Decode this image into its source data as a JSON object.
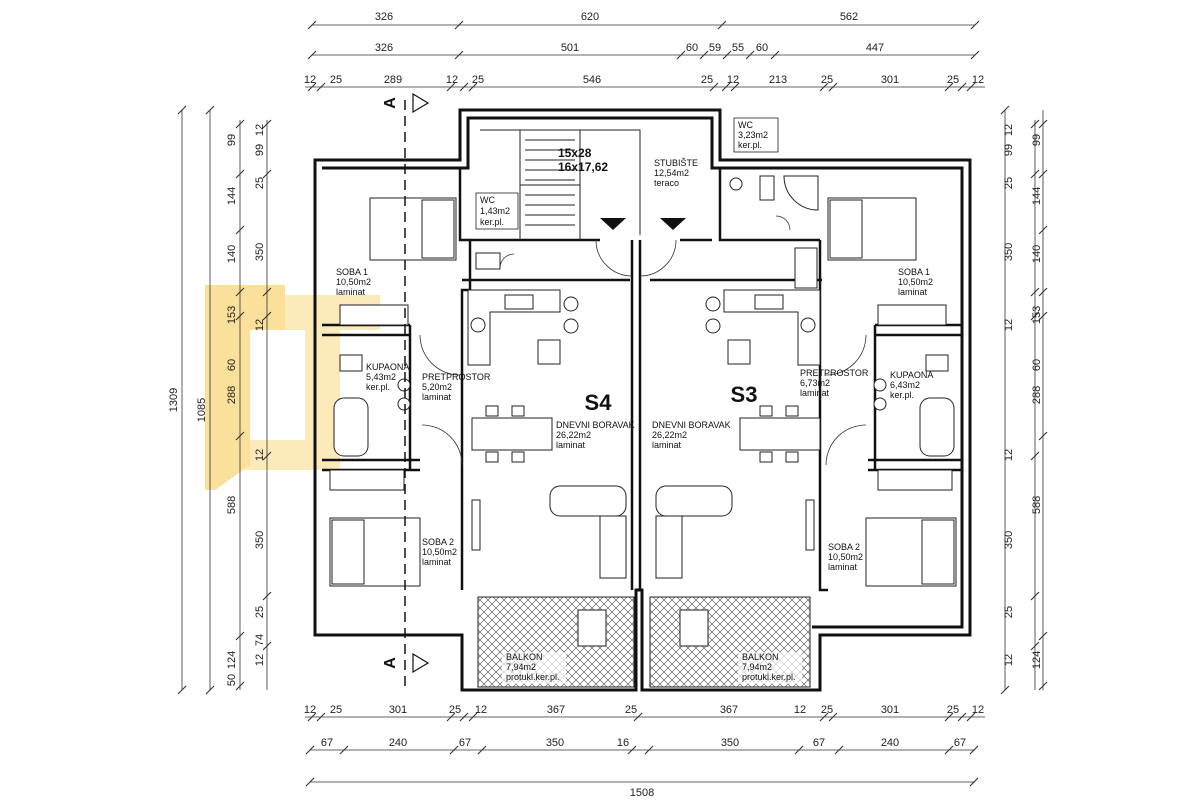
{
  "dimensions": {
    "top_row1": [
      "326",
      "620",
      "562"
    ],
    "top_row2": [
      "326",
      "501",
      "60",
      "59",
      "55",
      "60",
      "447"
    ],
    "top_row3": [
      "12",
      "25",
      "289",
      "12",
      "25",
      "546",
      "25",
      "12",
      "213",
      "25",
      "301",
      "25",
      "12"
    ],
    "bottom_row1": [
      "12",
      "25",
      "301",
      "25",
      "12",
      "367",
      "25",
      "367",
      "12",
      "25",
      "301",
      "25",
      "12"
    ],
    "bottom_row2": [
      "67",
      "240",
      "67",
      "350",
      "16",
      "350",
      "67",
      "240",
      "67"
    ],
    "bottom_total": "1508",
    "left_outer": "1309",
    "left_inner": "1085",
    "left_col_a": [
      "99",
      "144",
      "140",
      "153",
      "60",
      "288",
      "588",
      "124",
      "50"
    ],
    "left_col_b": [
      "12",
      "99",
      "25",
      "350",
      "12",
      "12",
      "350",
      "25",
      "74",
      "12"
    ],
    "right_col_a": [
      "99",
      "144",
      "140",
      "153",
      "60",
      "288",
      "588",
      "124"
    ],
    "right_col_b": [
      "12",
      "99",
      "25",
      "350",
      "12",
      "12",
      "350",
      "25",
      "12"
    ]
  },
  "section_mark": "A",
  "stair": {
    "code1": "15x28",
    "code2": "16x17,62",
    "name": "STUBIŠTE",
    "area": "12,54m2",
    "finish": "teraco"
  },
  "units": {
    "left": "S4",
    "right": "S3"
  },
  "rooms": {
    "wc_left": [
      "WC",
      "1,43m2",
      "ker.pl."
    ],
    "wc_right": [
      "WC",
      "3,23m2",
      "ker.pl."
    ],
    "soba1_left": [
      "SOBA 1",
      "10,50m2",
      "laminat"
    ],
    "soba1_right": [
      "SOBA 1",
      "10,50m2",
      "laminat"
    ],
    "kupaona_left": [
      "KUPAONA",
      "5,43m2",
      "ker.pl."
    ],
    "kupaona_right": [
      "KUPAONA",
      "6,43m2",
      "ker.pl."
    ],
    "pret_left": [
      "PRETPROSTOR",
      "5,20m2",
      "laminat"
    ],
    "pret_right": [
      "PRETPROSTOR",
      "6,73m2",
      "laminat"
    ],
    "dnevni_left": [
      "DNEVNI BORAVAK",
      "26,22m2",
      "laminat"
    ],
    "dnevni_right": [
      "DNEVNI BORAVAK",
      "26,22m2",
      "laminat"
    ],
    "soba2_left": [
      "SOBA 2",
      "10,50m2",
      "laminat"
    ],
    "soba2_right": [
      "SOBA 2",
      "10,50m2",
      "laminat"
    ],
    "balkon_left": [
      "BALKON",
      "7,94m2",
      "protukl.ker.pl."
    ],
    "balkon_right": [
      "BALKON",
      "7,94m2",
      "protukl.ker.pl."
    ]
  },
  "colors": {
    "watermark": "#f6c84a"
  }
}
